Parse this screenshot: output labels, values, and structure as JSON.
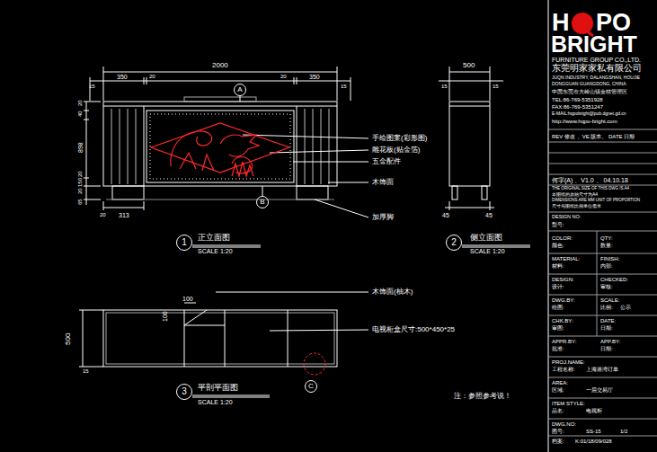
{
  "diagram": {
    "nodes": [
      {
        "text": [
          "1"
        ]
      },
      {
        "text": [
          "2"
        ]
      },
      {
        "text": [
          "3"
        ]
      },
      {
        "text": [
          "A"
        ]
      },
      {
        "text": [
          "B"
        ]
      },
      {
        "text": [
          "C"
        ]
      }
    ],
    "labels": [
      "2000",
      "350",
      "20",
      "20",
      "350",
      "15",
      "15",
      "20",
      "40",
      "898",
      "20",
      "150",
      "20",
      "65",
      "20",
      "313",
      "手绘图案(彩形图)",
      "雕花板(贴金箔)",
      "五金配件",
      "木饰面",
      "加厚脚",
      "正立面图",
      "SCALE 1:20",
      "500",
      "15",
      "15",
      "45",
      "45",
      "侧立面图",
      "SCALE 1:20",
      "100",
      "100",
      "500",
      "15",
      "木饰面(柚木)",
      "电视柜盒尺寸:500*450*25",
      "平剖平面图",
      "SCALE 1:20",
      "注：参照参考说！",
      "H",
      "PO",
      "BRIGHT",
      "FURNITURE GROUP CO.,LTD.",
      "东莞明家家私有限公司",
      "JUQN INDUSTRY, DALANGSHAN, HOUJIE",
      "DONGGUAN GUANGDONG, CHINA",
      "中国东莞市大岭山镇金桔管理区",
      "TEL:86-769-5351928",
      "FAX:86-769-5351247",
      "E-MAIL:hqpobright@pub.dgnet.gd.cn",
      "http://www.hqpo-bright.com",
      "REV 修改 、VE 版本、 DATE 日期",
      "何字(A) 、V1.0 、 04.10.18",
      "THE ORIGINAL SIZE OF THIS DWG IS A4",
      "本图纸的原始尺寸为A4",
      "DIMENSIONS ARE MM UNIT OF PROPORTION",
      "尺寸与图纸比例单位毫米",
      "DESIGN NO:",
      "型号:",
      "COLOR:",
      "QTY:",
      "颜色:",
      "数量:",
      "MATERIAL:",
      "FINISH:",
      "材料:",
      "内部:",
      "DESIGN:",
      "CHECKED:",
      "设计:",
      "审核:",
      "DWG.BY:",
      "SCALE:",
      "绘图:",
      "比例:",
      "公示",
      "CHK.BY:",
      "DATE:",
      "审图:",
      "日期:",
      "APPR.BY:",
      "APP.BY:",
      "批准:",
      "日期:",
      "PROJ.NAME:",
      "工程名称:",
      "上海港湾订单",
      "AREA:",
      "区域:",
      "一层交易厅",
      "ITEM STYLE:",
      "品名:",
      "电视柜",
      "DWG.NO:",
      "图号:",
      "SS-15",
      "1/2",
      "档案:",
      "K:01/18/09/028"
    ]
  }
}
